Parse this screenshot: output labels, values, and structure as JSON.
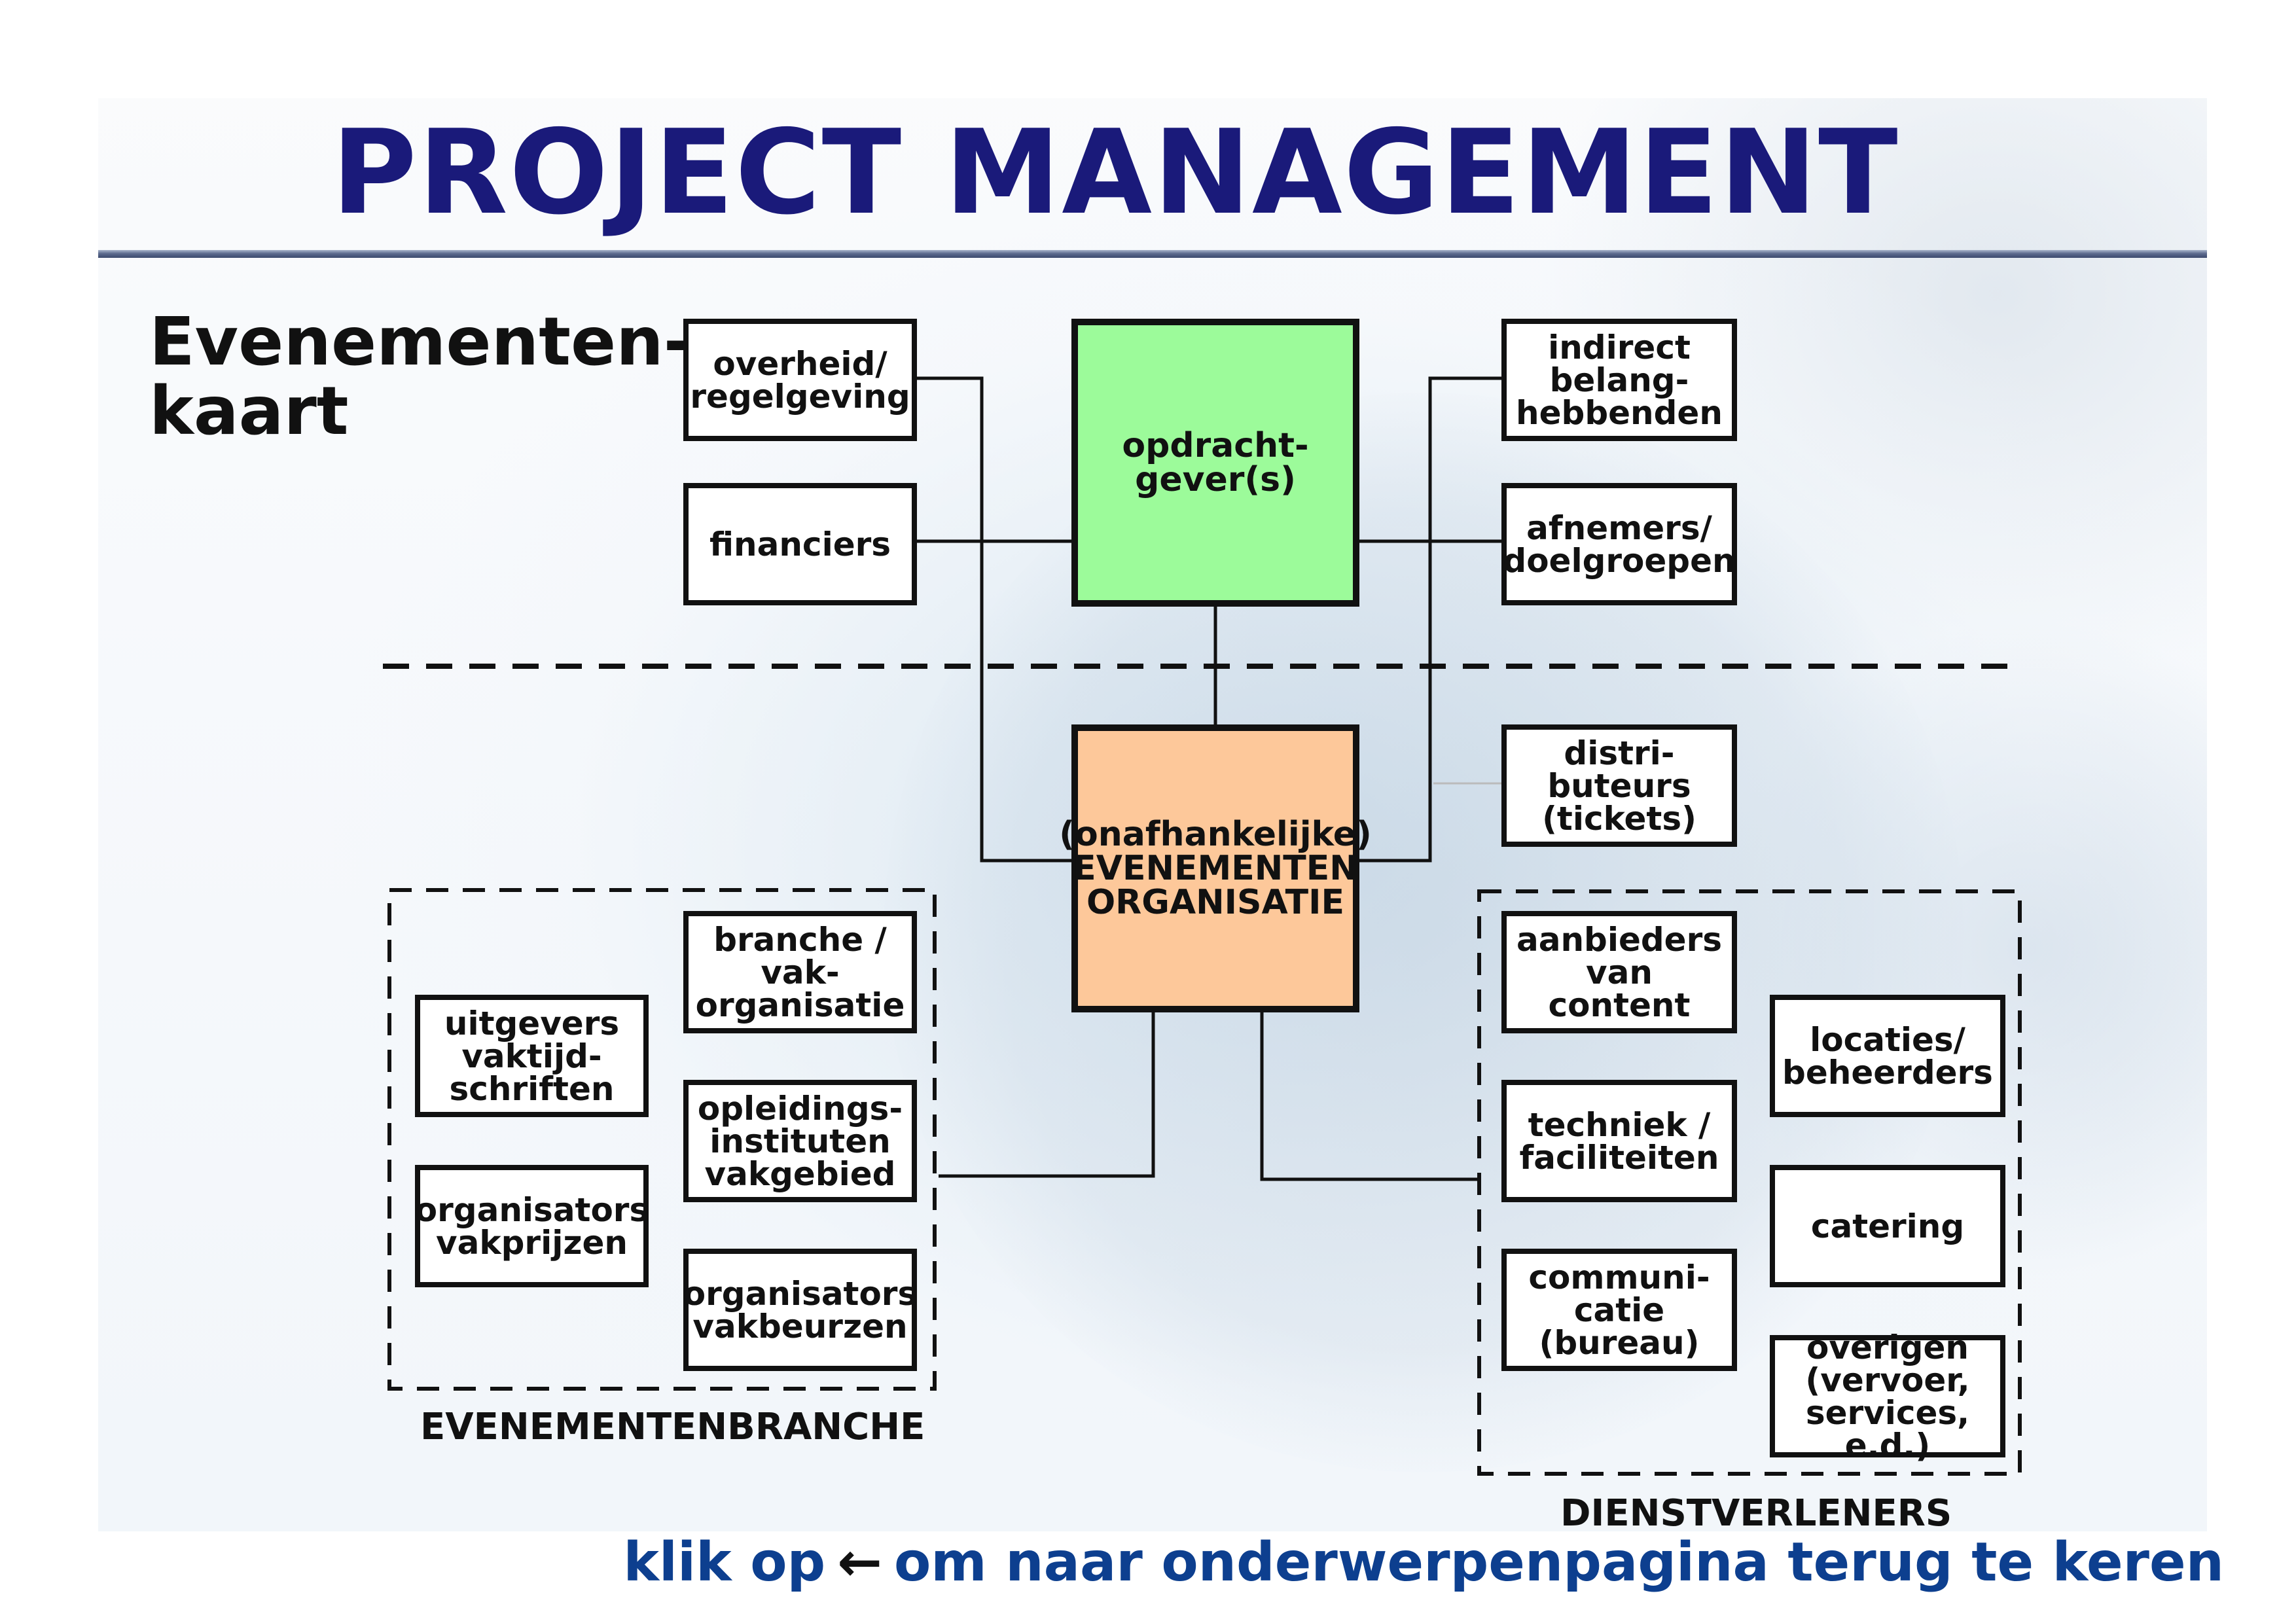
{
  "title": "PROJECT MANAGEMENT",
  "subtitle": "Evenementen-\nkaart",
  "colors": {
    "title": "#1a1a7a",
    "opdrachtgever_fill": "#9cfb9a",
    "organisatie_fill": "#fdc89a",
    "footer": "#0d3f8f"
  },
  "nodes": {
    "overheid": "overheid/\nregelgeving",
    "financiers": "financiers",
    "opdrachtgever": "opdracht-\ngever(s)",
    "indirect": "indirect\nbelang-\nhebbenden",
    "afnemers": "afnemers/\ndoelgroepen",
    "organisatie": "(onafhankelijke)\nEVENEMENTEN\nORGANISATIE",
    "distributeurs": "distri-\nbuteurs\n(tickets)",
    "uitgevers": "uitgevers\nvaktijd-\nschriften",
    "branche": "branche /\nvak-\norganisatie",
    "opleidings": "opleidings-\ninstituten\nvakgebied",
    "org_vakprijzen": "organisators\nvakprijzen",
    "org_vakbeurzen": "organisators\nvakbeurzen",
    "aanbieders": "aanbieders\nvan\ncontent",
    "locaties": "locaties/\nbeheerders",
    "techniek": "techniek /\nfaciliteiten",
    "catering": "catering",
    "communicatie": "communi-\ncatie\n(bureau)",
    "overigen": "overigen\n(vervoer,\nservices, e.d.)"
  },
  "groups": {
    "branche": "EVENEMENTENBRANCHE",
    "dienstverleners": "DIENSTVERLENERS"
  },
  "footer": {
    "before": "klik op",
    "arrow": "←",
    "after": "om naar onderwerpenpagina terug te keren"
  }
}
